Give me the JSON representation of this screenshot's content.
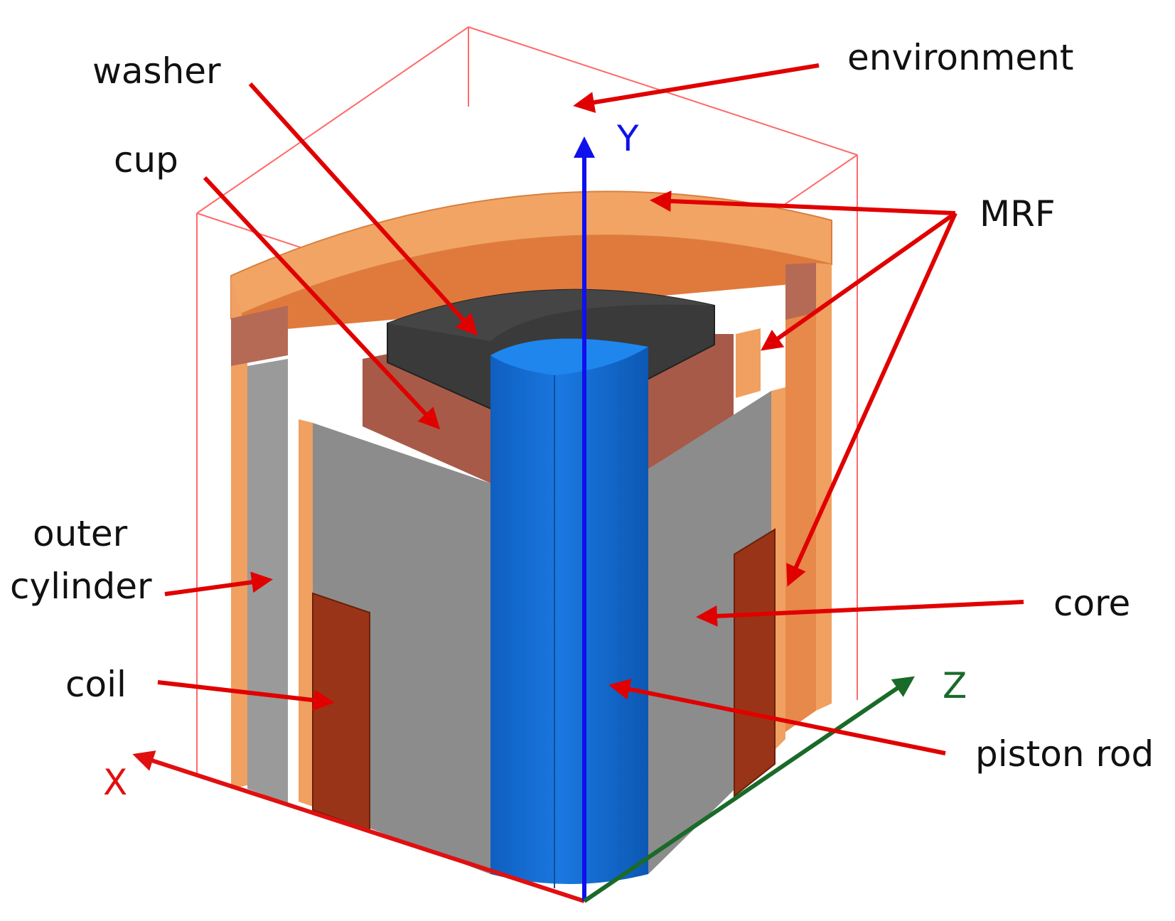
{
  "labels": {
    "washer": "washer",
    "environment": "environment",
    "cup": "cup",
    "mrf": "MRF",
    "outer_cylinder_line1": "outer",
    "outer_cylinder_line2": "cylinder",
    "core": "core",
    "coil": "coil",
    "piston_rod": "piston rod"
  },
  "axes": {
    "x": "X",
    "y": "Y",
    "z": "Z"
  },
  "colors": {
    "annotation_arrow": "#e00000",
    "x_axis": "#e01010",
    "y_axis": "#1010ee",
    "z_axis": "#1a6a2a",
    "mrf_orange": "#f0a060",
    "mrf_dark": "#e07a30",
    "cup": "#a85a48",
    "washer": "#3a3a3a",
    "core_grey": "#8e8e8e",
    "coil": "#9a3418",
    "piston_rod": "#1670d8",
    "environment_box": "#ff6a6a"
  }
}
